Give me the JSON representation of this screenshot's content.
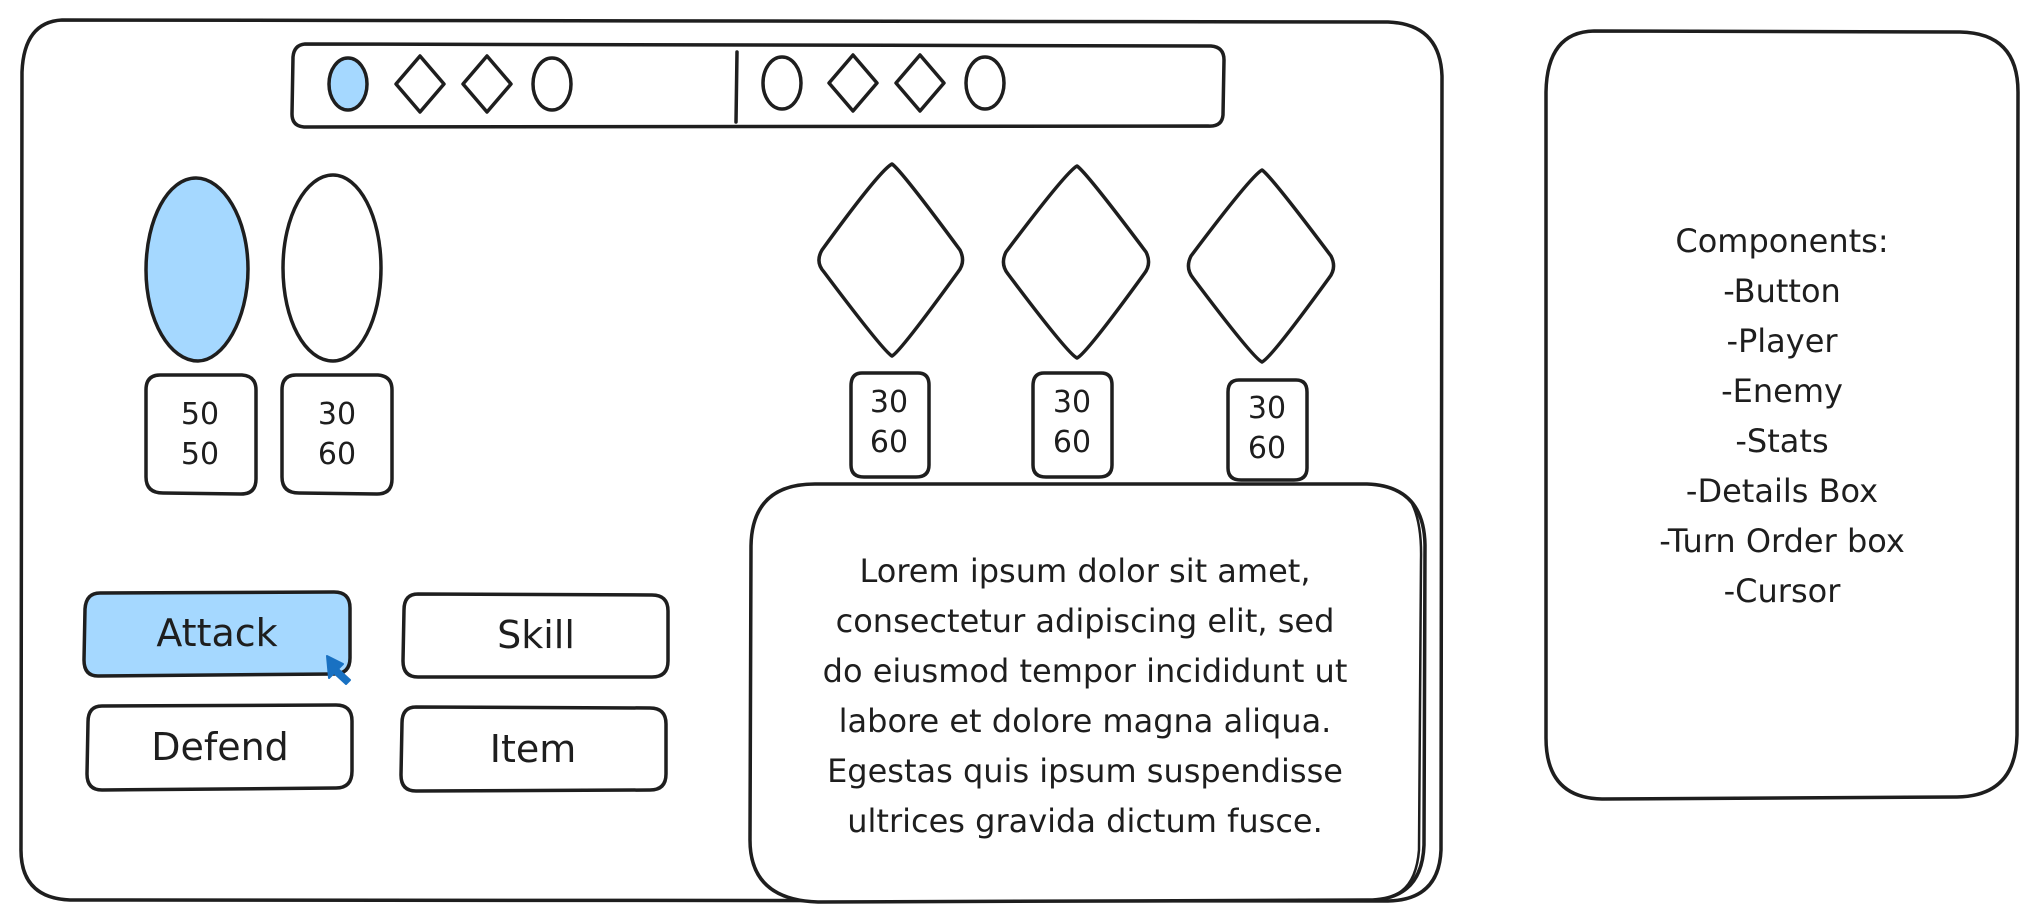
{
  "colors": {
    "stroke": "#1e1e1e",
    "highlight": "#a5d8ff",
    "cursor": "#1971c2",
    "background": "#ffffff"
  },
  "turn_order": {
    "left_group": [
      "circle-active",
      "diamond",
      "diamond",
      "circle"
    ],
    "right_group": [
      "circle",
      "diamond",
      "diamond",
      "circle"
    ]
  },
  "players": [
    {
      "shape": "ellipse",
      "active": true,
      "stats": {
        "top": "50",
        "bottom": "50"
      }
    },
    {
      "shape": "ellipse",
      "active": false,
      "stats": {
        "top": "30",
        "bottom": "60"
      }
    }
  ],
  "enemies": [
    {
      "shape": "diamond",
      "stats": {
        "top": "30",
        "bottom": "60"
      }
    },
    {
      "shape": "diamond",
      "stats": {
        "top": "30",
        "bottom": "60"
      }
    },
    {
      "shape": "diamond",
      "stats": {
        "top": "30",
        "bottom": "60"
      }
    }
  ],
  "actions": {
    "attack": "Attack",
    "skill": "Skill",
    "defend": "Defend",
    "item": "Item"
  },
  "details": {
    "lines": [
      "Lorem ipsum dolor sit amet,",
      "consectetur adipiscing elit, sed",
      "do eiusmod tempor incididunt ut",
      "labore et dolore magna aliqua.",
      "Egestas quis ipsum suspendisse",
      "ultrices gravida dictum fusce."
    ]
  },
  "components": {
    "heading": "Components:",
    "items": [
      "-Button",
      "-Player",
      "-Enemy",
      "-Stats",
      "-Details Box",
      "-Turn Order box",
      "-Cursor"
    ]
  }
}
